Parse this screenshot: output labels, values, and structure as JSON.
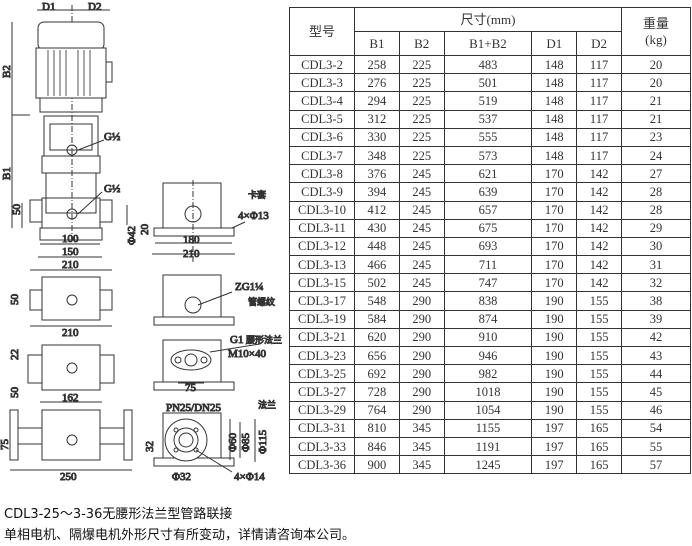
{
  "table": {
    "header_model": "型号",
    "header_dims": "尺寸(mm)",
    "header_weight": "重量",
    "header_weight_unit": "(kg)",
    "columns": [
      "B1",
      "B2",
      "B1+B2",
      "D1",
      "D2"
    ],
    "rows": [
      [
        "CDL3-2",
        "258",
        "225",
        "483",
        "148",
        "117",
        "20"
      ],
      [
        "CDL3-3",
        "276",
        "225",
        "501",
        "148",
        "117",
        "20"
      ],
      [
        "CDL3-4",
        "294",
        "225",
        "519",
        "148",
        "117",
        "21"
      ],
      [
        "CDL3-5",
        "312",
        "225",
        "537",
        "148",
        "117",
        "21"
      ],
      [
        "CDL3-6",
        "330",
        "225",
        "555",
        "148",
        "117",
        "23"
      ],
      [
        "CDL3-7",
        "348",
        "225",
        "573",
        "148",
        "117",
        "24"
      ],
      [
        "CDL3-8",
        "376",
        "245",
        "621",
        "170",
        "142",
        "27"
      ],
      [
        "CDL3-9",
        "394",
        "245",
        "639",
        "170",
        "142",
        "28"
      ],
      [
        "CDL3-10",
        "412",
        "245",
        "657",
        "170",
        "142",
        "28"
      ],
      [
        "CDL3-11",
        "430",
        "245",
        "675",
        "170",
        "142",
        "29"
      ],
      [
        "CDL3-12",
        "448",
        "245",
        "693",
        "170",
        "142",
        "30"
      ],
      [
        "CDL3-13",
        "466",
        "245",
        "711",
        "170",
        "142",
        "31"
      ],
      [
        "CDL3-15",
        "502",
        "245",
        "747",
        "170",
        "142",
        "32"
      ],
      [
        "CDL3-17",
        "548",
        "290",
        "838",
        "190",
        "155",
        "38"
      ],
      [
        "CDL3-19",
        "584",
        "290",
        "874",
        "190",
        "155",
        "39"
      ],
      [
        "CDL3-21",
        "620",
        "290",
        "910",
        "190",
        "155",
        "42"
      ],
      [
        "CDL3-23",
        "656",
        "290",
        "946",
        "190",
        "155",
        "43"
      ],
      [
        "CDL3-25",
        "692",
        "290",
        "982",
        "190",
        "155",
        "44"
      ],
      [
        "CDL3-27",
        "728",
        "290",
        "1018",
        "190",
        "155",
        "45"
      ],
      [
        "CDL3-29",
        "764",
        "290",
        "1054",
        "190",
        "155",
        "46"
      ],
      [
        "CDL3-31",
        "810",
        "345",
        "1155",
        "197",
        "165",
        "54"
      ],
      [
        "CDL3-33",
        "846",
        "345",
        "1191",
        "197",
        "165",
        "55"
      ],
      [
        "CDL3-36",
        "900",
        "345",
        "1245",
        "197",
        "165",
        "57"
      ]
    ]
  },
  "drawing": {
    "main": {
      "d1": "D1",
      "d2": "D2",
      "b2": "B2",
      "b1": "B1",
      "g_top": "G½",
      "g_bottom": "G½",
      "h50": "50",
      "phi42": "Φ42",
      "w100": "100",
      "w150": "150",
      "w210": "210"
    },
    "side1": {
      "h20": "20",
      "w180": "180",
      "w210": "210",
      "clamp": "卡套",
      "holes": "4×Φ13"
    },
    "view2": {
      "h50": "50",
      "w210": "210",
      "thread": "ZG1¼",
      "thread_note": "管螺纹"
    },
    "view3": {
      "h22": "22",
      "h50": "50",
      "w162": "162",
      "g1": "G1",
      "oval_flange": "腰形法兰",
      "bolt": "M10×40",
      "w75": "75"
    },
    "view4": {
      "h75": "75",
      "w250": "250",
      "pn": "PN25/DN25",
      "flange": "法兰",
      "h32": "32",
      "phi32": "Φ32",
      "phi60": "Φ60",
      "phi85": "Φ85",
      "phi115": "Φ115",
      "holes": "4×Φ14"
    }
  },
  "notes": {
    "line1": "CDL3-25～3-36无腰形法兰型管路联接",
    "line2": "单相电机、隔爆电机外形尺寸有所变动，详情请咨询本公司。"
  }
}
